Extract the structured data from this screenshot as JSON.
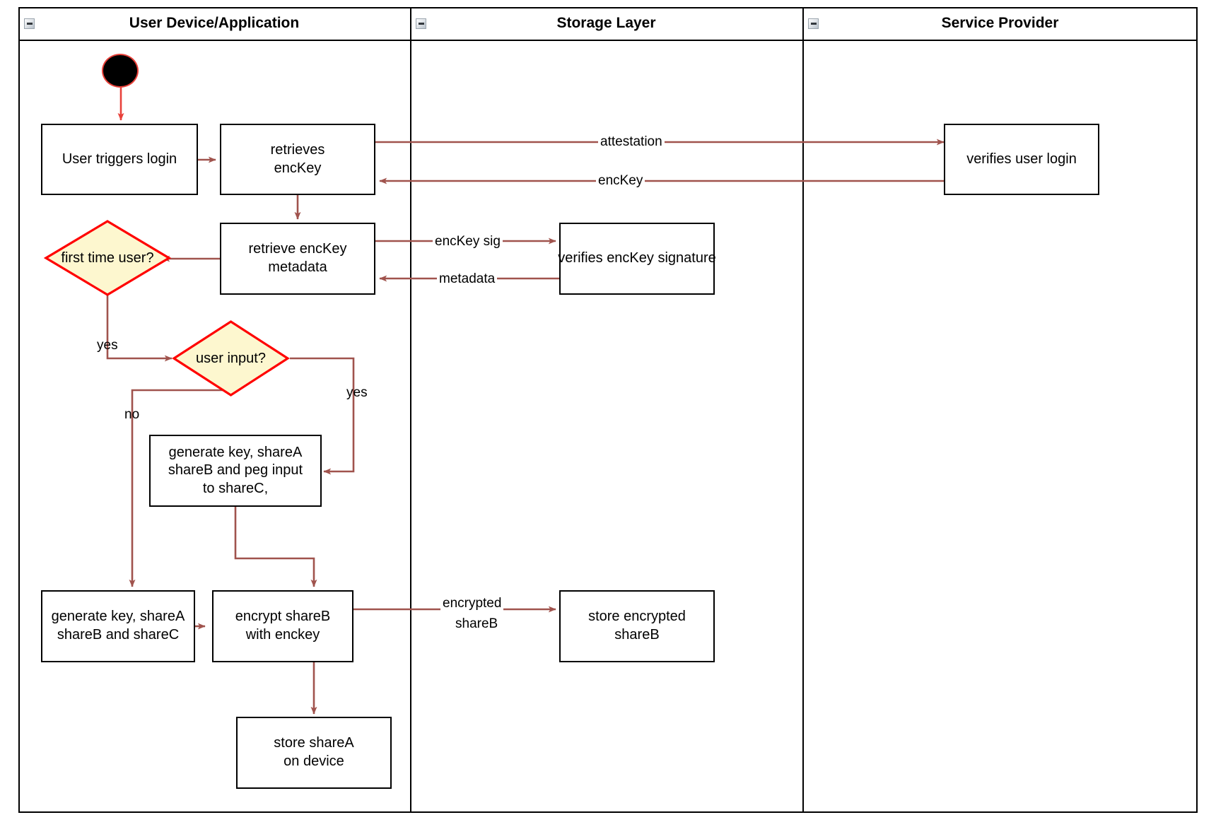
{
  "diagram": {
    "type": "swimlane-activity-diagram",
    "accent_edge_color": "#a0534d",
    "decision_fill": "#fdf7cf",
    "decision_border": "#ff0000",
    "node_border": "#000000",
    "lane_border": "#000000"
  },
  "lanes": [
    {
      "id": "user-device",
      "title": "User Device/Application",
      "collapse_icon": "minus-square-icon"
    },
    {
      "id": "storage-layer",
      "title": "Storage Layer",
      "collapse_icon": "minus-square-icon"
    },
    {
      "id": "service-provider",
      "title": "Service Provider",
      "collapse_icon": "minus-square-icon"
    }
  ],
  "nodes": {
    "start": {
      "label": "",
      "icon": "start-node-icon"
    },
    "user_triggers_login": {
      "label": "User triggers login"
    },
    "retrieves_enckey": {
      "line1": "retrieves",
      "line2": "encKey"
    },
    "retrieve_enckey_metadata": {
      "line1": "retrieve encKey",
      "line2": "metadata"
    },
    "first_time_user": {
      "line1": "first time",
      "line2": "user?"
    },
    "user_input": {
      "label": "user input?"
    },
    "generate_peg": {
      "line1": "generate key, shareA",
      "line2": "shareB and peg input",
      "line3": "to shareC,"
    },
    "generate_abc": {
      "line1": "generate key, shareA",
      "line2": "shareB and shareC"
    },
    "encrypt_shareb": {
      "line1": "encrypt shareB",
      "line2": "with enckey"
    },
    "store_sharea": {
      "line1": "store shareA",
      "line2": "on device"
    },
    "verifies_signature": {
      "label": "verifies encKey signature"
    },
    "store_encrypted_shareb": {
      "line1": "store encrypted",
      "line2": "shareB"
    },
    "verifies_user_login": {
      "label": "verifies user login"
    }
  },
  "edge_labels": {
    "attestation": "attestation",
    "enckey": "encKey",
    "enckey_sig": "encKey sig",
    "metadata": "metadata",
    "yes_first_time": "yes",
    "yes_user_input": "yes",
    "no_user_input": "no",
    "encrypted_shareb_l1": "encrypted",
    "encrypted_shareb_l2": "shareB"
  }
}
